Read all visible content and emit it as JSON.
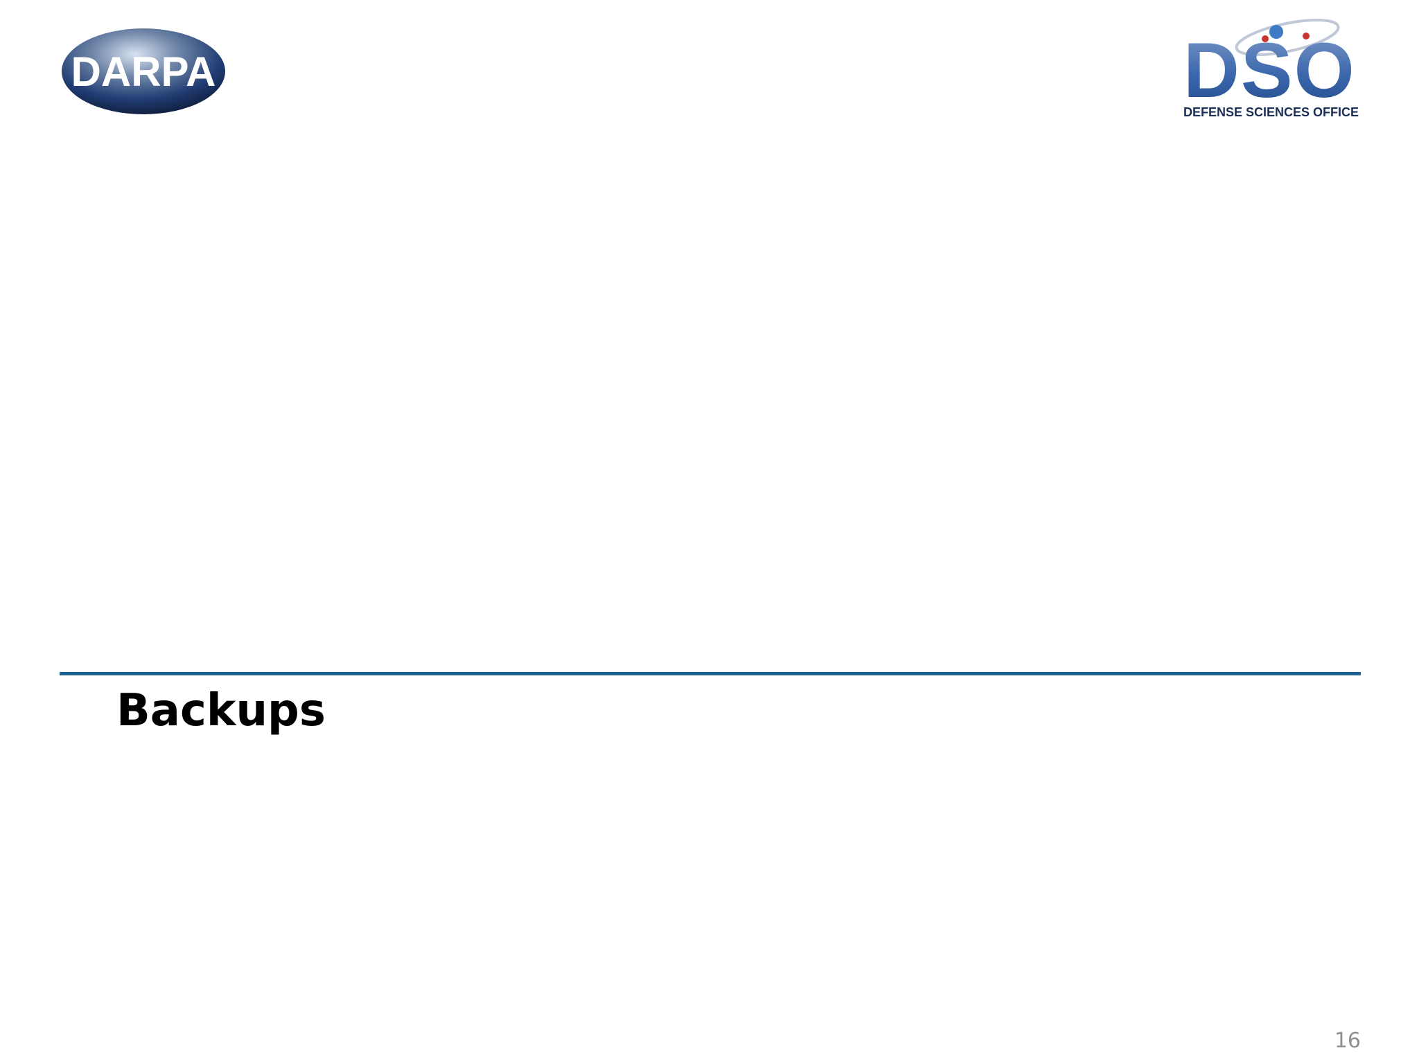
{
  "logos": {
    "left": {
      "text": "DARPA",
      "icon": "darpa-logo-icon"
    },
    "right": {
      "text": "DSO",
      "subtitle": "DEFENSE SCIENCES OFFICE",
      "icon": "dso-logo-icon"
    }
  },
  "slide": {
    "title": "Backups",
    "page_number": "16"
  },
  "colors": {
    "divider": "#1f6394",
    "title": "#000000",
    "page_number": "#8f8f8f"
  }
}
